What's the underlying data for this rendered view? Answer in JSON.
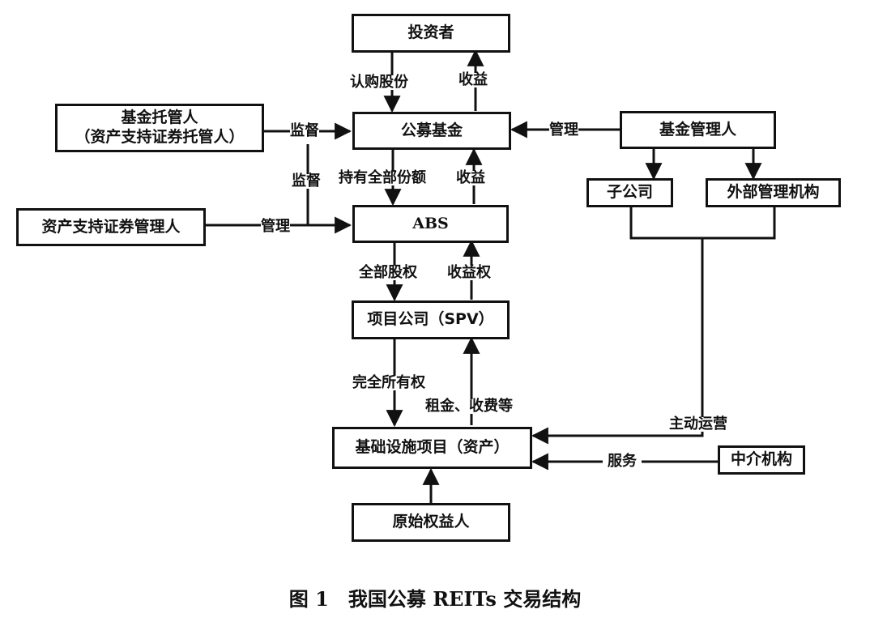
{
  "nodes": {
    "investor": "投资者",
    "public_fund": "公募基金",
    "fund_custodian_line1": "基金托管人",
    "fund_custodian_line2": "（资产支持证券托管人）",
    "fund_manager": "基金管理人",
    "subsidiary": "子公司",
    "external_manager": "外部管理机构",
    "abs_manager": "资产支持证券管理人",
    "abs": "ABS",
    "spv": "项目公司（SPV）",
    "infrastructure": "基础设施项目（资产）",
    "intermediary": "中介机构",
    "original_owner": "原始权益人"
  },
  "edges": {
    "subscribe_shares": "认购股份",
    "income_to_investor": "收益",
    "supervise_fund": "监督",
    "supervise_abs": "监督",
    "manage_fund": "管理",
    "hold_all_shares": "持有全部份额",
    "income_to_fund": "收益",
    "manage_abs": "管理",
    "all_equity": "全部股权",
    "income_rights": "收益权",
    "full_ownership": "完全所有权",
    "rent_fees": "租金、收费等",
    "active_operation": "主动运营",
    "service": "服务"
  },
  "caption": "图 1　我国公募 REITs 交易结构"
}
